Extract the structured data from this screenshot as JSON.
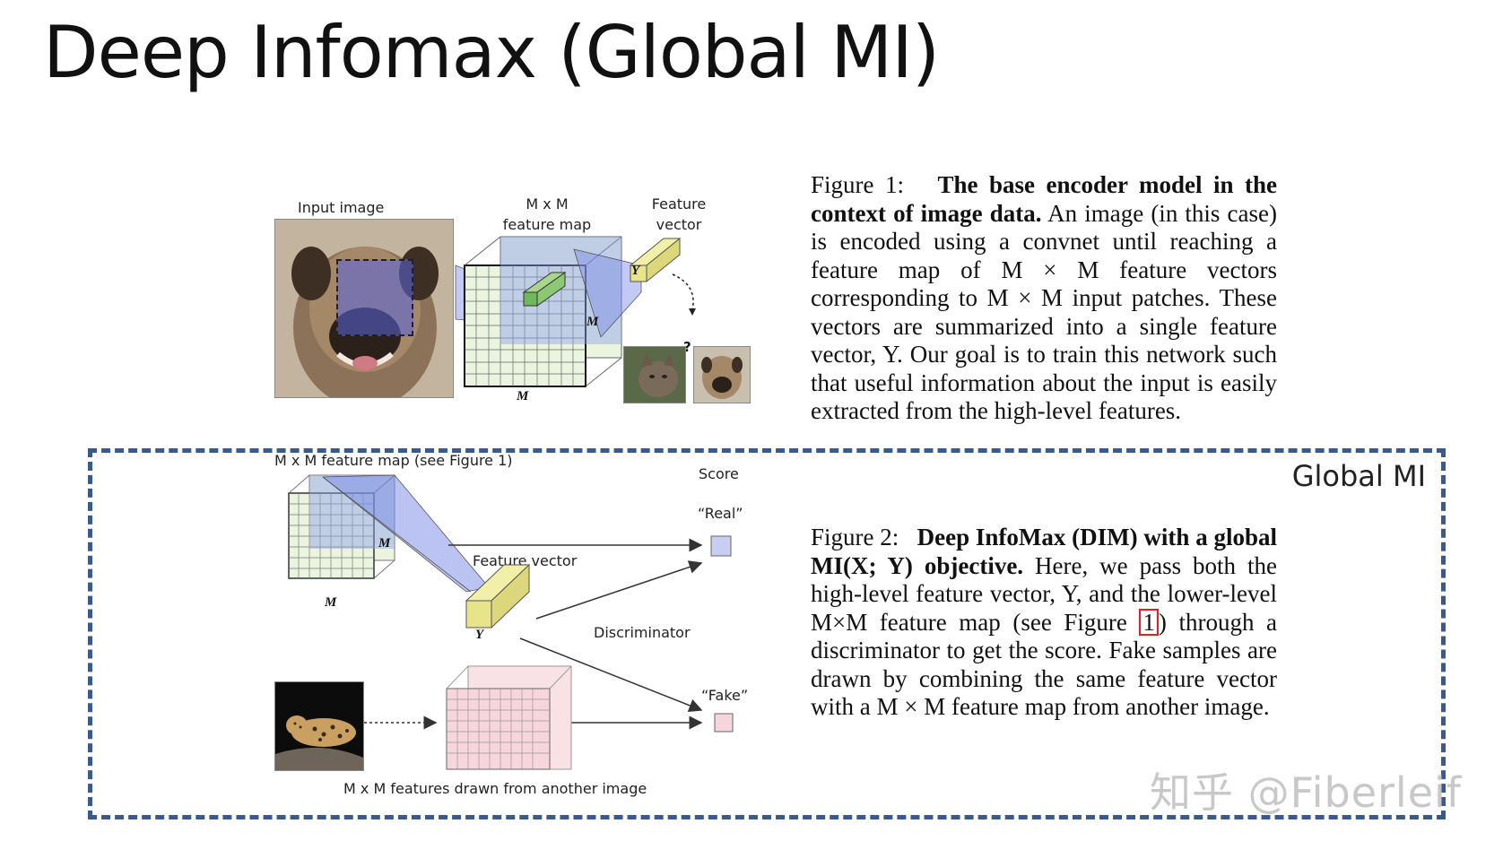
{
  "slide": {
    "title": "Deep Infomax (Global MI)",
    "global_label": "Global MI",
    "watermark": "知乎 @Fiberleif"
  },
  "figure1": {
    "labels": {
      "input_image": "Input image",
      "feature_map_top": "M x M",
      "feature_map_bottom": "feature map",
      "feature_vector_top": "Feature",
      "feature_vector_bottom": "vector",
      "m_side": "M",
      "m_bottom": "M",
      "y": "Y",
      "question": "?"
    },
    "caption": {
      "prefix": "Figure 1:",
      "bold": "The base encoder model in the context of image data.",
      "rest": "An image (in this case) is encoded using a convnet until reaching a feature map of M × M feature vectors corresponding to M × M input patches. These vectors are summarized into a single feature vector, Y. Our goal is to train this network such that useful information about the input is easily extracted from the high-level features."
    }
  },
  "figure2": {
    "labels": {
      "feature_map": "M x M feature map (see Figure 1)",
      "score": "Score",
      "real": "“Real”",
      "fake": "“Fake”",
      "feature_vector": "Feature vector",
      "discriminator": "Discriminator",
      "m_side": "M",
      "m_bottom": "M",
      "y": "Y",
      "other_features": "M x M features drawn from another image"
    },
    "caption": {
      "prefix": "Figure 2:",
      "bold": "Deep InfoMax (DIM) with a global MI(X; Y) objective.",
      "rest_a": "Here, we pass both the high-level feature vector, Y, and the lower-level M×M feature map (see Figure",
      "ref": "1",
      "rest_b": ") through a discriminator to get the score. Fake samples are drawn by combining the same feature vector with a M × M feature map from another image."
    }
  },
  "colors": {
    "box_border": "#3a5a8c",
    "feature_blue": "#9aa8e8",
    "feature_green": "#e9f4dc",
    "vector_yellow": "#e8e48a",
    "fake_pink": "#f6d6dc",
    "ref_red": "#e02020"
  }
}
